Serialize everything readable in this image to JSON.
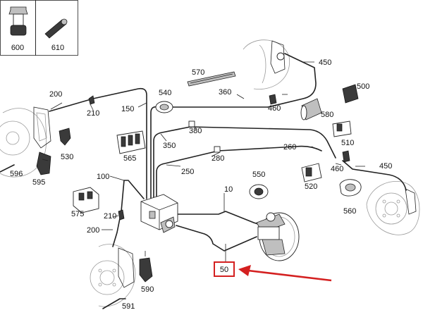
{
  "thumbnails": [
    {
      "label": "600",
      "icon": "bolt-icon"
    },
    {
      "label": "610",
      "icon": "pin-icon"
    }
  ],
  "callouts": [
    "450",
    "570",
    "540",
    "500",
    "200",
    "210",
    "150",
    "360",
    "460",
    "580",
    "380",
    "530",
    "350",
    "510",
    "565",
    "260",
    "596",
    "280",
    "460",
    "450",
    "595",
    "250",
    "550",
    "100",
    "520",
    "560",
    "575",
    "210",
    "10",
    "200",
    "590",
    "591"
  ],
  "highlight": {
    "label": "50",
    "color": "#d42020"
  }
}
